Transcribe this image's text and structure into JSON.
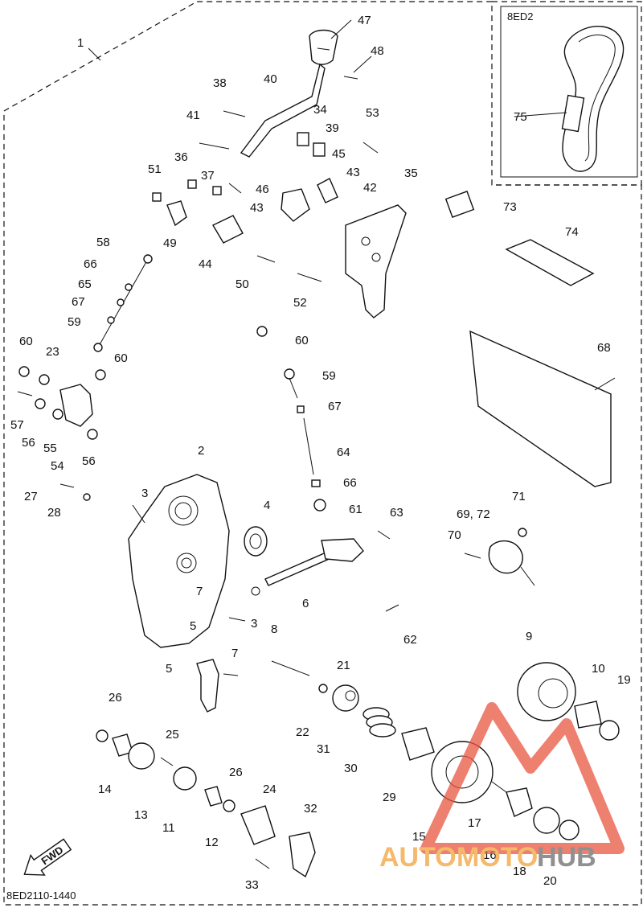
{
  "inset": {
    "code": "8ED2"
  },
  "assembly_number": "1",
  "diagram_code": "8ED2110-1440",
  "fwd_label": "FWD",
  "watermark": {
    "part1": "AUTO",
    "part2": "MOTO",
    "part3": "HUB",
    "accent": "#e8563f",
    "hub_color": "#6b6b6b"
  },
  "callouts": [
    {
      "id": "1",
      "text": "1"
    },
    {
      "id": "2",
      "text": "2"
    },
    {
      "id": "3a",
      "text": "3"
    },
    {
      "id": "3b",
      "text": "3"
    },
    {
      "id": "4",
      "text": "4"
    },
    {
      "id": "5a",
      "text": "5"
    },
    {
      "id": "5b",
      "text": "5"
    },
    {
      "id": "6",
      "text": "6"
    },
    {
      "id": "7a",
      "text": "7"
    },
    {
      "id": "7b",
      "text": "7"
    },
    {
      "id": "8",
      "text": "8"
    },
    {
      "id": "9",
      "text": "9"
    },
    {
      "id": "10",
      "text": "10"
    },
    {
      "id": "11",
      "text": "11"
    },
    {
      "id": "12",
      "text": "12"
    },
    {
      "id": "13",
      "text": "13"
    },
    {
      "id": "14",
      "text": "14"
    },
    {
      "id": "15",
      "text": "15"
    },
    {
      "id": "16",
      "text": "16"
    },
    {
      "id": "17",
      "text": "17"
    },
    {
      "id": "18",
      "text": "18"
    },
    {
      "id": "19",
      "text": "19"
    },
    {
      "id": "20",
      "text": "20"
    },
    {
      "id": "21",
      "text": "21"
    },
    {
      "id": "22",
      "text": "22"
    },
    {
      "id": "23",
      "text": "23"
    },
    {
      "id": "24",
      "text": "24"
    },
    {
      "id": "25",
      "text": "25"
    },
    {
      "id": "26a",
      "text": "26"
    },
    {
      "id": "26b",
      "text": "26"
    },
    {
      "id": "27",
      "text": "27"
    },
    {
      "id": "28",
      "text": "28"
    },
    {
      "id": "29",
      "text": "29"
    },
    {
      "id": "30",
      "text": "30"
    },
    {
      "id": "31",
      "text": "31"
    },
    {
      "id": "32",
      "text": "32"
    },
    {
      "id": "33",
      "text": "33"
    },
    {
      "id": "34",
      "text": "34"
    },
    {
      "id": "35",
      "text": "35"
    },
    {
      "id": "36",
      "text": "36"
    },
    {
      "id": "37",
      "text": "37"
    },
    {
      "id": "38",
      "text": "38"
    },
    {
      "id": "39",
      "text": "39"
    },
    {
      "id": "40",
      "text": "40"
    },
    {
      "id": "41",
      "text": "41"
    },
    {
      "id": "42",
      "text": "42"
    },
    {
      "id": "43a",
      "text": "43"
    },
    {
      "id": "43b",
      "text": "43"
    },
    {
      "id": "44",
      "text": "44"
    },
    {
      "id": "45",
      "text": "45"
    },
    {
      "id": "46",
      "text": "46"
    },
    {
      "id": "47",
      "text": "47"
    },
    {
      "id": "48",
      "text": "48"
    },
    {
      "id": "49",
      "text": "49"
    },
    {
      "id": "50",
      "text": "50"
    },
    {
      "id": "51",
      "text": "51"
    },
    {
      "id": "52",
      "text": "52"
    },
    {
      "id": "53",
      "text": "53"
    },
    {
      "id": "54",
      "text": "54"
    },
    {
      "id": "55",
      "text": "55"
    },
    {
      "id": "56a",
      "text": "56"
    },
    {
      "id": "56b",
      "text": "56"
    },
    {
      "id": "57",
      "text": "57"
    },
    {
      "id": "58",
      "text": "58"
    },
    {
      "id": "59a",
      "text": "59"
    },
    {
      "id": "59b",
      "text": "59"
    },
    {
      "id": "60a",
      "text": "60"
    },
    {
      "id": "60b",
      "text": "60"
    },
    {
      "id": "60c",
      "text": "60"
    },
    {
      "id": "61",
      "text": "61"
    },
    {
      "id": "62",
      "text": "62"
    },
    {
      "id": "63",
      "text": "63"
    },
    {
      "id": "64",
      "text": "64"
    },
    {
      "id": "65",
      "text": "65"
    },
    {
      "id": "66a",
      "text": "66"
    },
    {
      "id": "66b",
      "text": "66"
    },
    {
      "id": "67a",
      "text": "67"
    },
    {
      "id": "67b",
      "text": "67"
    },
    {
      "id": "68",
      "text": "68"
    },
    {
      "id": "69_72",
      "text": "69, 72"
    },
    {
      "id": "70",
      "text": "70"
    },
    {
      "id": "71",
      "text": "71"
    },
    {
      "id": "73",
      "text": "73"
    },
    {
      "id": "74",
      "text": "74"
    },
    {
      "id": "75",
      "text": "75"
    }
  ]
}
